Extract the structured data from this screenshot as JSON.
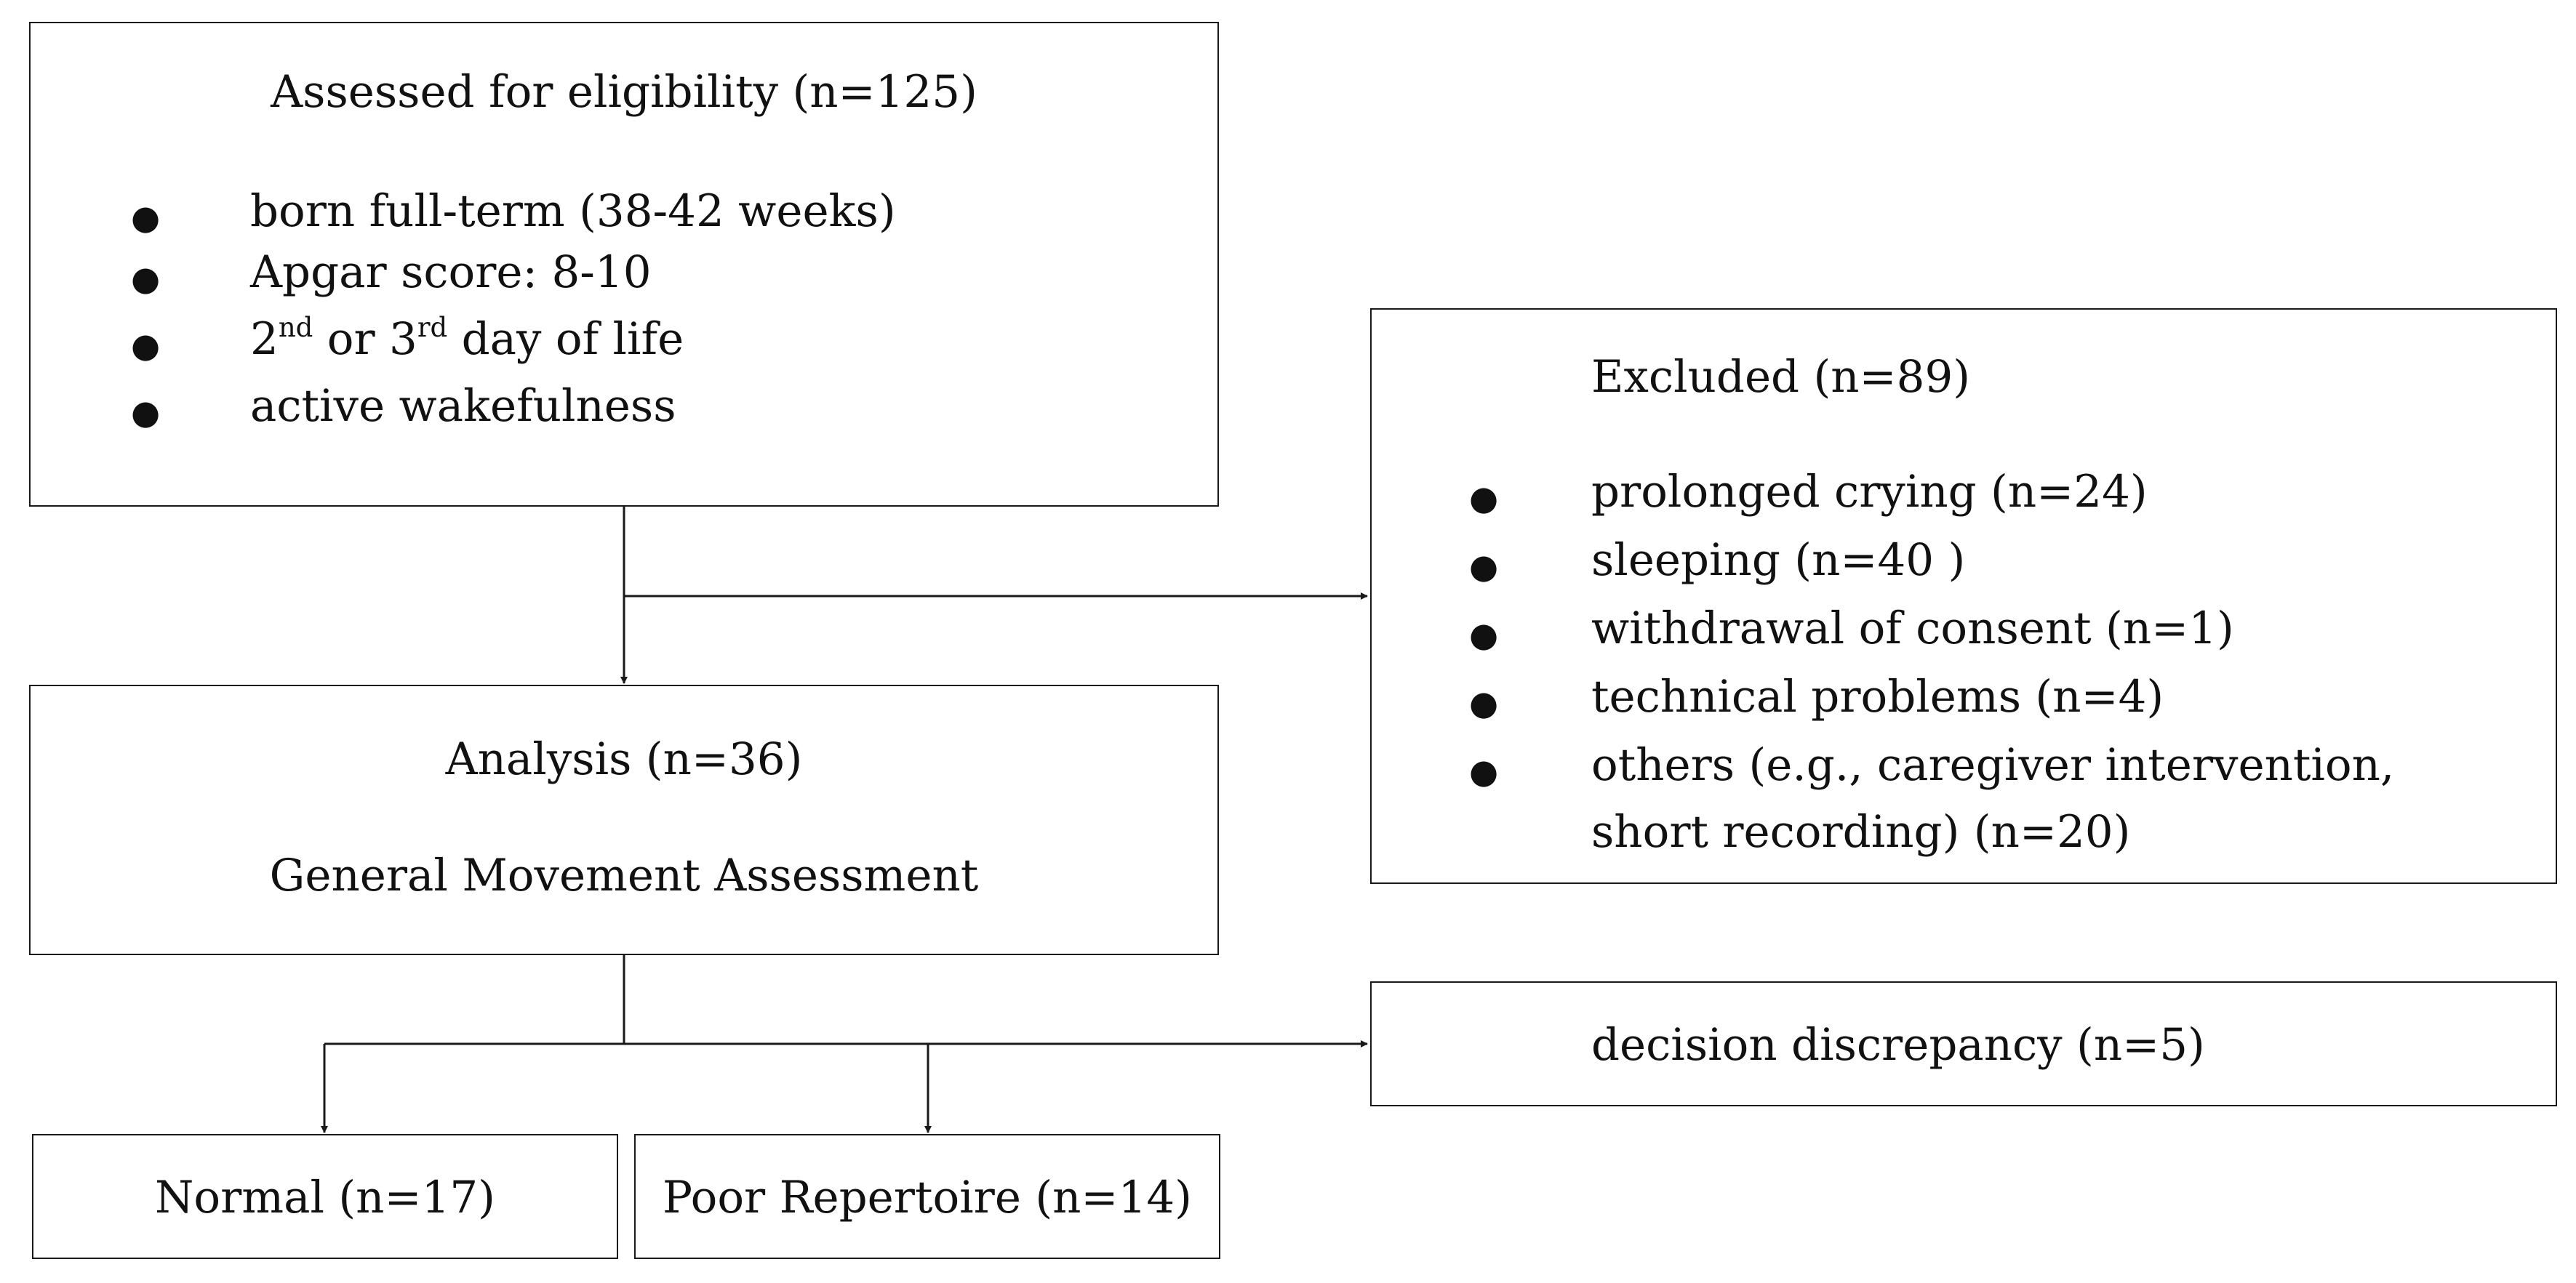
{
  "eligibility": {
    "title": "Assessed for eligibility (n=125)",
    "criteria": [
      {
        "text": "born full-term (38-42 weeks)"
      },
      {
        "text": "Apgar score: 8-10"
      },
      {
        "pre": "2",
        "sup1": "nd",
        "mid": " or 3",
        "sup2": "rd",
        "post": " day of life"
      },
      {
        "text": "active wakefulness"
      }
    ]
  },
  "excluded": {
    "title": "Excluded (n=89)",
    "reasons": [
      "prolonged crying (n=24)",
      "sleeping (n=40 )",
      "withdrawal of consent (n=1)",
      "technical problems (n=4)",
      "others (e.g., caregiver intervention,",
      "short recording)  (n=20)"
    ]
  },
  "analysis": {
    "title": "Analysis (n=36)",
    "subtitle": "General Movement Assessment"
  },
  "discrepancy": {
    "label": "decision discrepancy (n=5)"
  },
  "outcomes": {
    "normal": "Normal (n=17)",
    "poor": "Poor Repertoire (n=14)"
  },
  "bullet_glyph": "●",
  "colors": {
    "line": "#1a1a1a",
    "text": "#111111",
    "background": "#ffffff"
  }
}
